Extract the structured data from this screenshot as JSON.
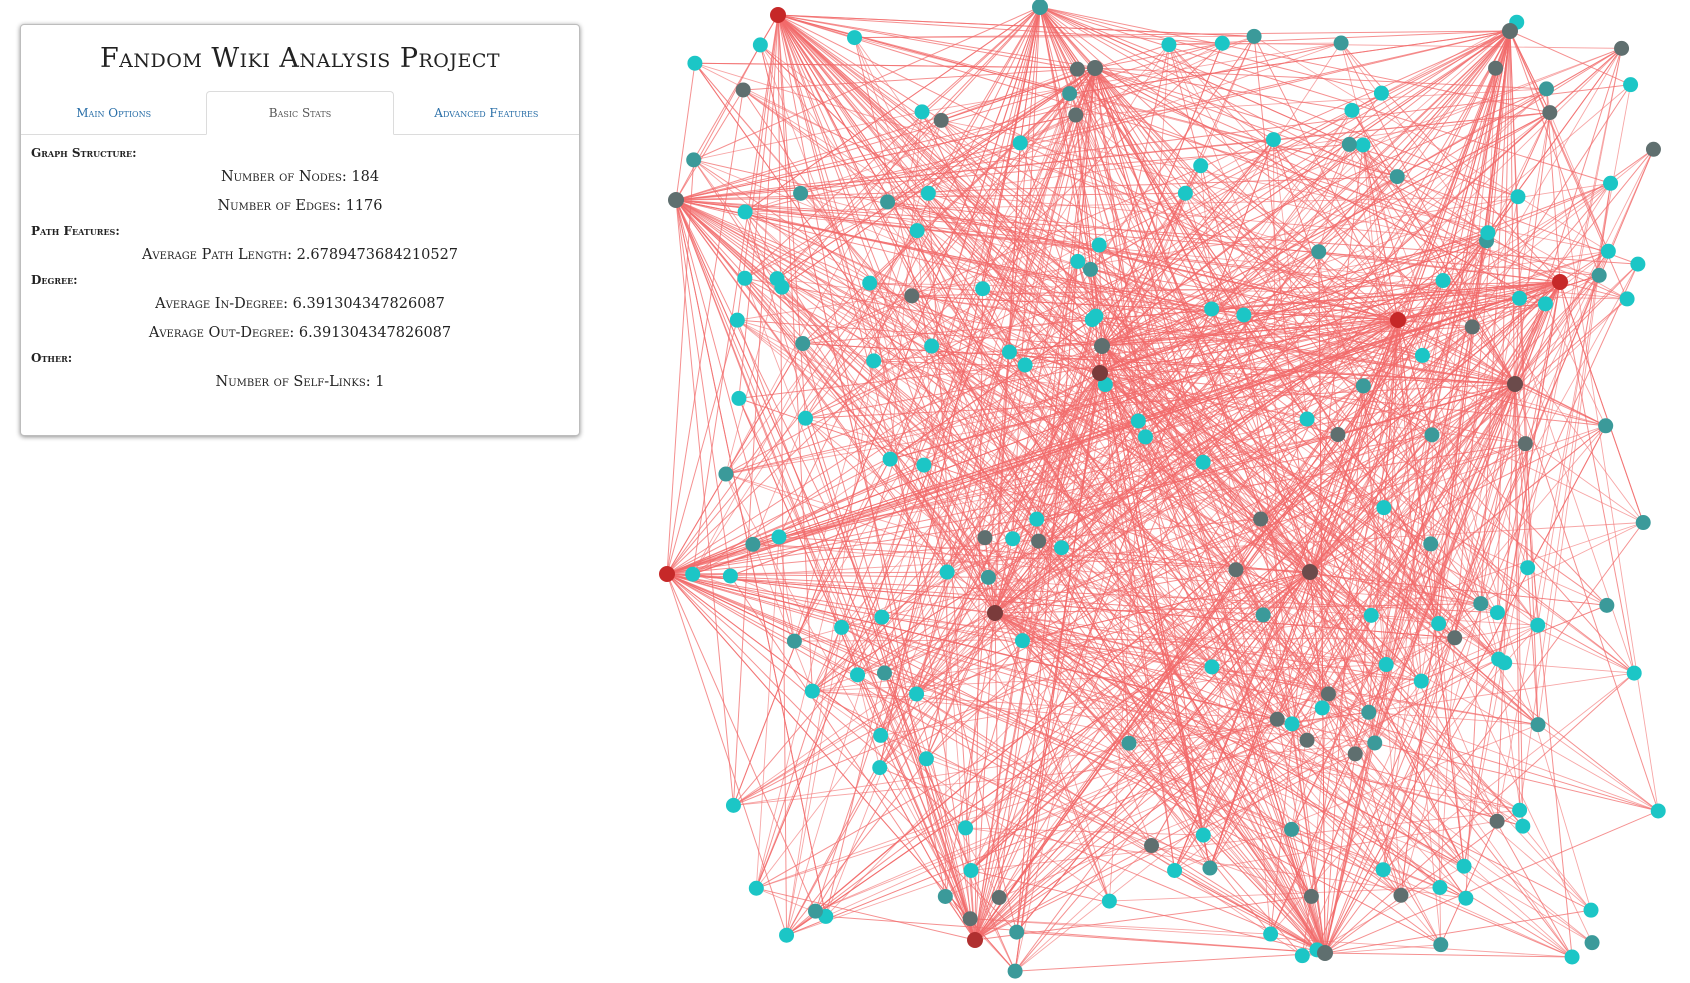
{
  "panel": {
    "title": "Fandom Wiki Analysis Project",
    "tabs": [
      {
        "label": "Main Options",
        "active": false
      },
      {
        "label": "Basic Stats",
        "active": true
      },
      {
        "label": "Advanced Features",
        "active": false
      }
    ]
  },
  "stats": {
    "graph_structure": {
      "heading": "Graph Structure:",
      "nodes": "Number of Nodes: 184",
      "edges": "Number of Edges: 1176"
    },
    "path_features": {
      "heading": "Path Features:",
      "avg_path": "Average Path Length: 2.6789473684210527"
    },
    "degree": {
      "heading": "Degree:",
      "in_degree": "Average In-Degree: 6.391304347826087",
      "out_degree": "Average Out-Degree: 6.391304347826087"
    },
    "other": {
      "heading": "Other:",
      "self_links": "Number of Self-Links: 1"
    }
  },
  "colors": {
    "edge": "#f26b6b",
    "node_light": "#1cc6c6",
    "node_mid": "#3b9a9a",
    "node_dark": "#5f6f6f",
    "hub_red": "#c62828"
  }
}
